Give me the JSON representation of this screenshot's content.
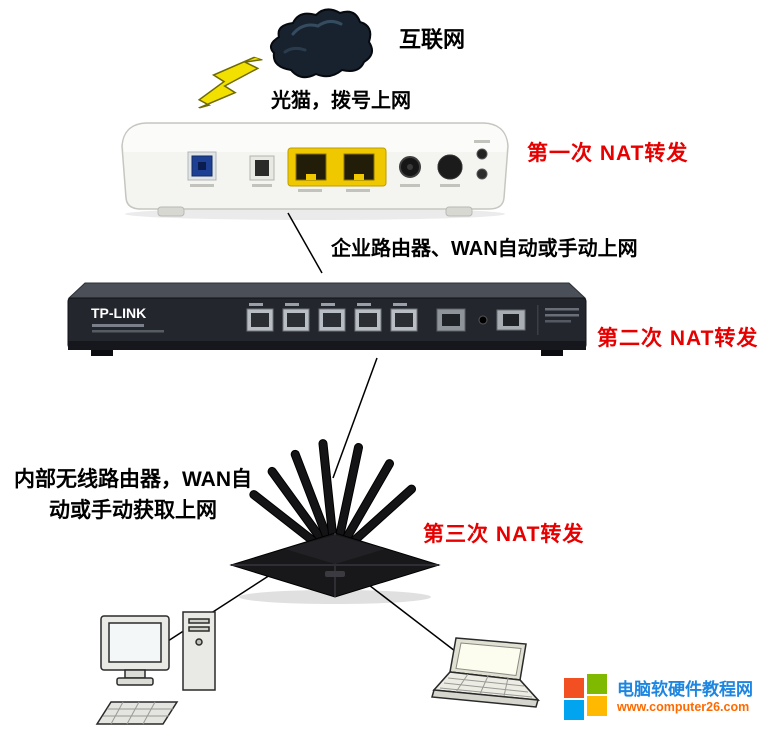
{
  "labels": {
    "internet": "互联网",
    "modem_caption": "光猫，拨号上网",
    "nat_first": "第一次 NAT转发",
    "enterprise_router_caption": "企业路由器、WAN自动或手动上网",
    "nat_second": "第二次 NAT转发",
    "wireless_caption_line1": "内部无线路由器，WAN自",
    "wireless_caption_line2": "动或手动获取上网",
    "nat_third": "第三次 NAT转发"
  },
  "devices": {
    "enterprise_router": {
      "brand": "TP-LINK"
    }
  },
  "watermark": {
    "site_name": "电脑软硬件教程网",
    "site_url": "www.computer26.com"
  },
  "colors": {
    "nat_label": "#e60000",
    "caption": "#000000",
    "watermark_name": "#1d86e0",
    "watermark_url": "#ff6a00",
    "modem_port_yellow": "#f0c800",
    "modem_port_blue": "#1d3f94"
  }
}
